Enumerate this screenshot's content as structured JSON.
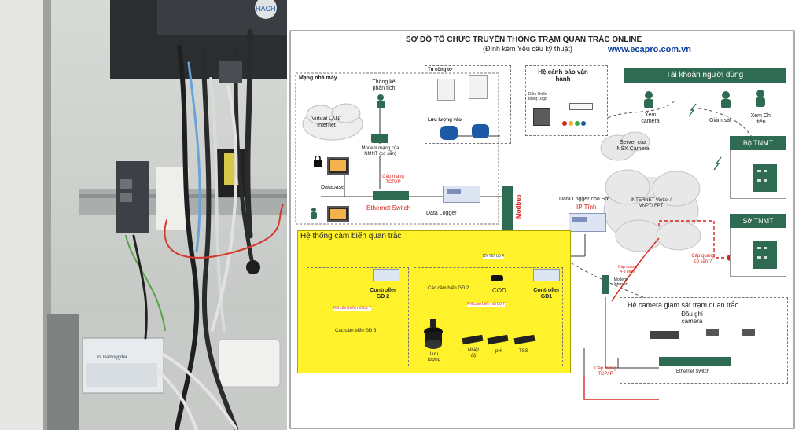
{
  "photo": {
    "device_brand": "HACH",
    "logger_label": "iot Badloggder"
  },
  "diagram": {
    "title": "SƠ ĐỒ TỔ CHỨC TRUYỀN THÔNG TRẠM QUAN TRẮC ONLINE",
    "subtitle": "(Đính kèm Yêu cầu kỹ thuật)",
    "website": "www.ecapro.com.vn",
    "plant_network": "Mạng nhà máy",
    "stats": "Thống kê phân tích",
    "virtual_lan": "Virtual LAN/ Internet",
    "modem_plant": "Modem mạng của NMNT (có sẵn)",
    "database": "Database",
    "cable_tcp": "Cáp mạng TCP/IP",
    "ethernet_switch": "Ethernet Switch",
    "data_logger": "Data Logger",
    "meter_cabinet": "Tủ công tơ",
    "flow_in": "Lưu lượng vào",
    "alarm_system": "Hệ cảnh báo vận hành",
    "logo_control": "Điều khiển bằng Logo",
    "modbus": "Modbus",
    "accounts": "Tài khoản người dùng",
    "view_camera": "Xem camera",
    "monitoring": "Giám sát",
    "view_indicators": "Xem Chỉ tiêu",
    "nsx_server": "Server của NSX Camera",
    "bo_tnmt": "Bộ TNMT",
    "so_tnmt": "Sở TNMT",
    "logger_to_department": "Data Logger cho Sở",
    "ip_static": "IP Tĩnh",
    "internet": "INTERNET Viettel / VNPT/ FPT",
    "fiber_wan": "Cáp quang có sẵn ?",
    "fiber_speed": "Cáp quang 4-8 Mb/s",
    "modem_internet": "Modem Internet",
    "sensor_system": "Hệ thống cảm biến quan trắc",
    "kn_main": "KN Nối bộ 4",
    "controller_gd2": "Controller GD 2",
    "controller_gd1": "Controller GD1",
    "sensors_gd2": "Các cảm biến GĐ 2",
    "cod": "COD",
    "kn_sensors_1": "KN cảm biến nối bộ 7",
    "kn_sensors_2": "KN cảm biến nối bộ 7",
    "sensors_gd3": "Các cảm biến GĐ 3",
    "flow": "Lưu lượng",
    "temperature": "Nhiệt độ",
    "ph": "pH",
    "tss": "TSS",
    "camera_system": "Hệ camera giám sát trạm quan trắc",
    "recorder": "Đầu ghi camera",
    "ethernet_switch_cam": "Ethernet Switch",
    "cable_tcp_bottom": "Cáp mạng TCP/IP"
  },
  "colors": {
    "accent": "#2f6b52",
    "sensor_area": "#fff22a",
    "alert_red": "#d7261e",
    "website_blue": "#0a3d9c"
  }
}
